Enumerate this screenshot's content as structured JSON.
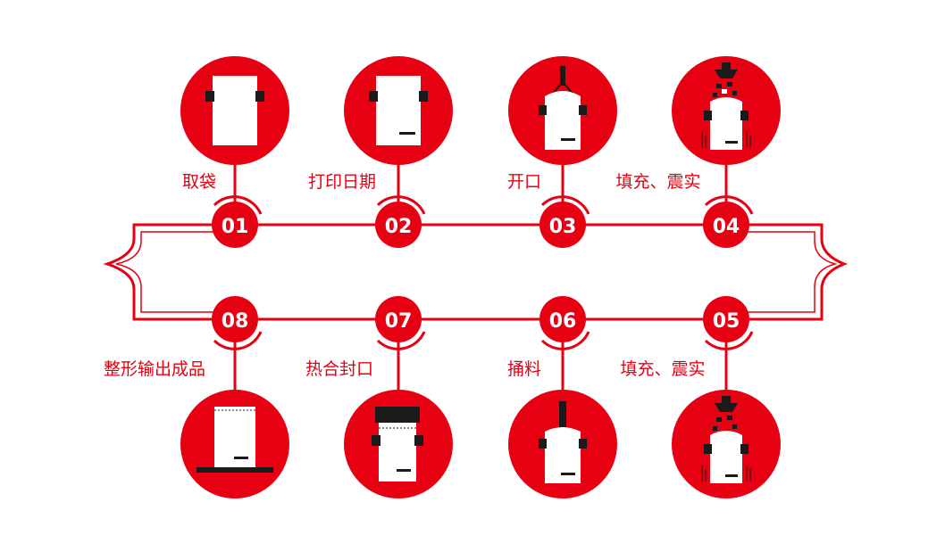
{
  "colors": {
    "accent": "#e60012",
    "white": "#ffffff",
    "dark": "#1a1a1a"
  },
  "steps": [
    {
      "number": "01",
      "label": "取袋",
      "icon": "bag-icon"
    },
    {
      "number": "02",
      "label": "打印日期",
      "icon": "printed-bag-icon"
    },
    {
      "number": "03",
      "label": "开口",
      "icon": "open-bag-icon"
    },
    {
      "number": "04",
      "label": "填充、震实",
      "icon": "fill-shake-icon"
    },
    {
      "number": "05",
      "label": "填充、震实",
      "icon": "fill-shake-icon"
    },
    {
      "number": "06",
      "label": "捅料",
      "icon": "tamp-icon"
    },
    {
      "number": "07",
      "label": "热合封口",
      "icon": "heat-seal-icon"
    },
    {
      "number": "08",
      "label": "整形输出成品",
      "icon": "output-product-icon"
    }
  ]
}
